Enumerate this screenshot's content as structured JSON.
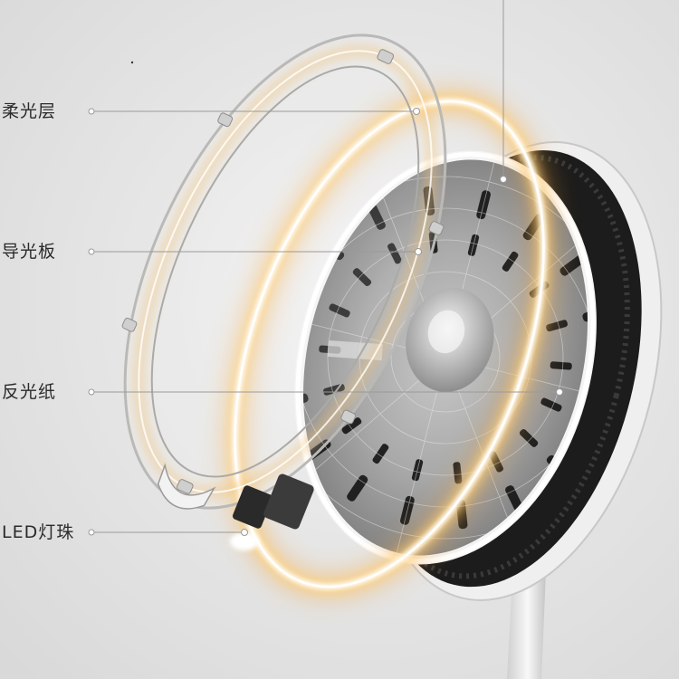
{
  "callouts": [
    {
      "label": "柔光层"
    },
    {
      "label": "导光板"
    },
    {
      "label": "反光纸"
    },
    {
      "label": "LED灯珠"
    }
  ],
  "colors": {
    "background": "#e6e6e6",
    "glow": "#f7a83a",
    "ring_white": "#fbfbfb",
    "housing_dark": "#1c1c1c",
    "leader_line": "#9a9a9a"
  }
}
